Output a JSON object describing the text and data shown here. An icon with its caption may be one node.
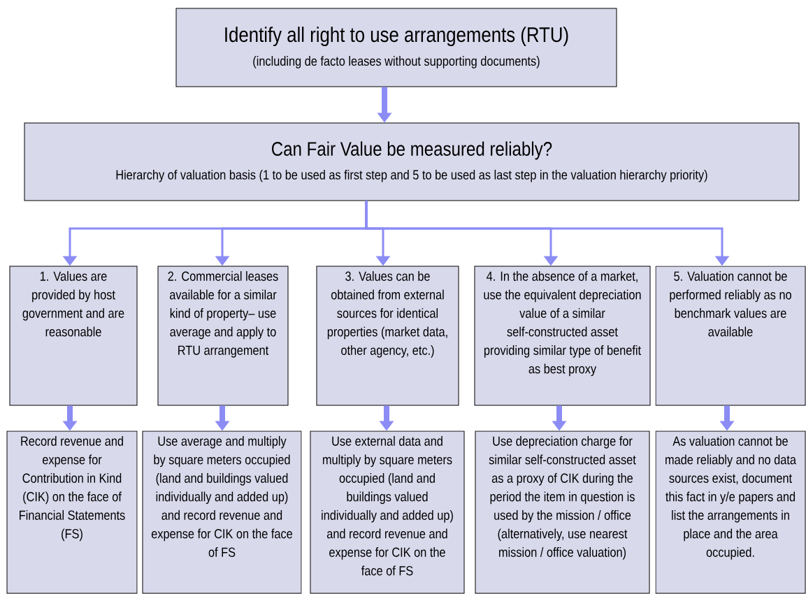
{
  "diagram": {
    "nodes": [
      {
        "text": [
          "Identify all right to use arrangements (RTU)",
          "(including de facto leases without supporting documents)"
        ]
      },
      {
        "text": [
          "Can Fair Value be measured reliably?",
          "Hierarchy of valuation basis (1 to be used as first step and 5 to be used as last step in the valuation hierarchy priority)"
        ]
      },
      {
        "text": [
          "1. Values are provided by host government and are reasonable"
        ]
      },
      {
        "text": [
          "2. Commercial leases available  for a similar kind of property– use average and apply to RTU arrangement"
        ]
      },
      {
        "text": [
          "3. Values can be obtained from external sources for identical properties (market data, other agency, etc.)"
        ]
      },
      {
        "text": [
          "4. In the absence of a market, use the equivalent depreciation value of a similar self-constructed asset providing similar type of benefit as best proxy"
        ]
      },
      {
        "text": [
          "5. Valuation cannot be performed reliably as no benchmark values are available"
        ]
      },
      {
        "text": [
          "Record revenue and expense for Contribution in Kind (CIK) on the face of Financial Statements (FS)"
        ]
      },
      {
        "text": [
          "Use average and multiply by square meters occupied (land and buildings valued individually and added up) and record revenue and expense for CIK on the face of FS"
        ]
      },
      {
        "text": [
          "Use external data and multiply by square meters occupied (land and buildings valued individually and added up) and record revenue and expense for CIK on the face of FS"
        ]
      },
      {
        "text": [
          "Use depreciation charge for similar self-constructed asset as a proxy of CIK during the period the item in question is used by the mission / office (alternatively, use nearest mission / office valuation)"
        ]
      },
      {
        "text": [
          "As valuation cannot be made reliably and no data sources exist, document this fact in y/e papers and list the arrangements in place and the area occupied."
        ]
      }
    ],
    "edges": [
      {
        "from": 0,
        "to": 1,
        "arrow": "to"
      },
      {
        "from": 1,
        "to": 2,
        "arrow": "to"
      },
      {
        "from": 1,
        "to": 3,
        "arrow": "to"
      },
      {
        "from": 1,
        "to": 4,
        "arrow": "to"
      },
      {
        "from": 1,
        "to": 5,
        "arrow": "to"
      },
      {
        "from": 1,
        "to": 6,
        "arrow": "to"
      },
      {
        "from": 2,
        "to": 7,
        "arrow": "to"
      },
      {
        "from": 3,
        "to": 8,
        "arrow": "to"
      },
      {
        "from": 4,
        "to": 9,
        "arrow": "to"
      },
      {
        "from": 5,
        "to": 10,
        "arrow": "to"
      },
      {
        "from": 6,
        "to": 11,
        "arrow": "to"
      }
    ]
  }
}
